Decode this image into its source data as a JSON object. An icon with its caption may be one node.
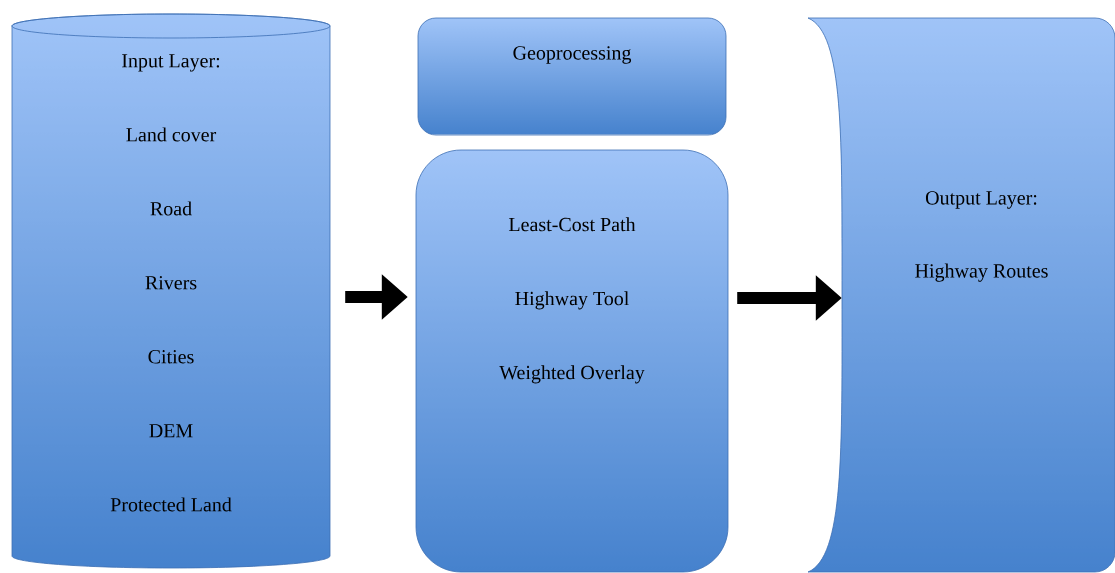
{
  "diagram": {
    "nodes": [
      {
        "text": [
          "Input Layer:",
          "Land cover",
          "Road",
          "Rivers",
          "Cities",
          "DEM",
          "Protected Land"
        ]
      },
      {
        "text": [
          "Geoprocessing"
        ]
      },
      {
        "text": [
          "Least-Cost Path",
          "Highway Tool",
          "Weighted Overlay"
        ]
      },
      {
        "text": [
          "Output Layer:",
          "Highway Routes"
        ]
      }
    ],
    "edges": [
      {
        "from": 0,
        "to": 2,
        "arrow": "to"
      },
      {
        "from": 2,
        "to": 3,
        "arrow": "to"
      }
    ]
  }
}
